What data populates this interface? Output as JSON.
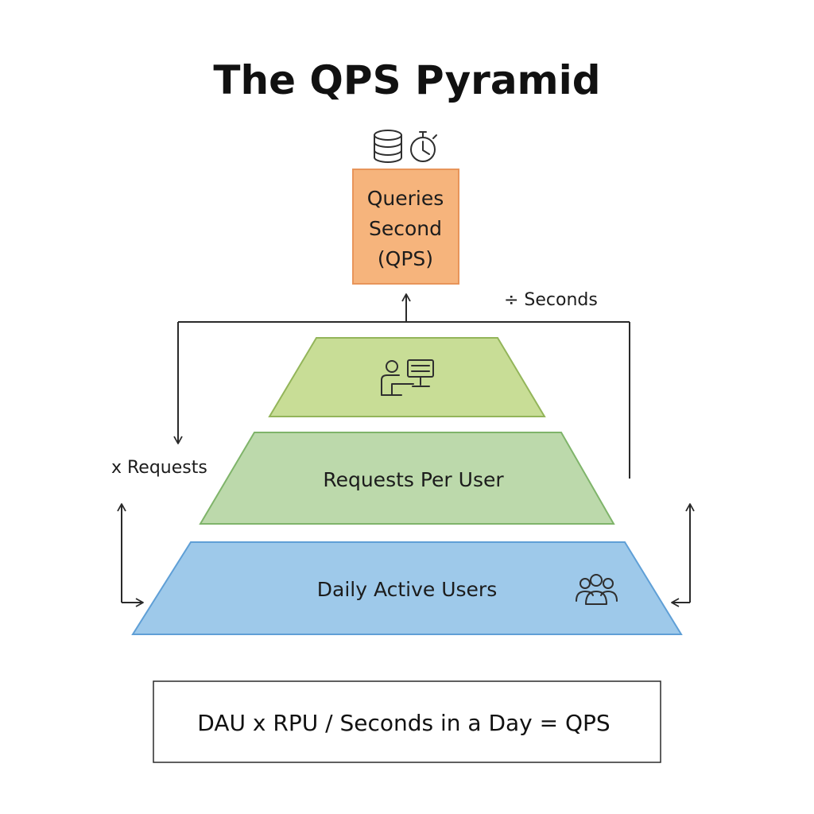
{
  "title": "The QPS Pyramid",
  "qps_box": {
    "line1": "Queries",
    "line2": "Second",
    "line3": "(QPS)",
    "fill": "#f6b47c",
    "stroke": "#e8955a"
  },
  "icons": {
    "database": "database-icon",
    "stopwatch": "stopwatch-icon",
    "user_computer": "user-computer-icon",
    "users_group": "users-group-icon"
  },
  "tiers": [
    {
      "label": "",
      "fill": "#c8dd96",
      "stroke": "#93b55a"
    },
    {
      "label": "Requests Per User",
      "fill": "#bcd9ab",
      "stroke": "#7fb46a"
    },
    {
      "label": "Daily Active Users",
      "fill": "#9ec9ea",
      "stroke": "#5f9fd6"
    }
  ],
  "side_labels": {
    "seconds": "÷ Seconds",
    "requests": "x Requests"
  },
  "formula": "DAU x RPU / Seconds in a Day = QPS"
}
